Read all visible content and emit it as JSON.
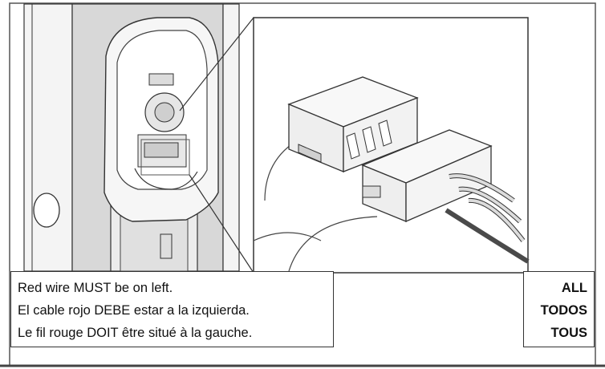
{
  "caption": {
    "lines": [
      "Red wire MUST be on left.",
      "El cable rojo DEBE estar a la izquierda.",
      "Le fil rouge DOIT être situé à la gauche."
    ]
  },
  "tag": {
    "lines": [
      "ALL",
      "TODOS",
      "TOUS"
    ]
  },
  "colors": {
    "line": "#333333",
    "door_edge": "#d8d8d8",
    "red_wire": "#4a4a4a",
    "wire": "#dcdcdc"
  }
}
